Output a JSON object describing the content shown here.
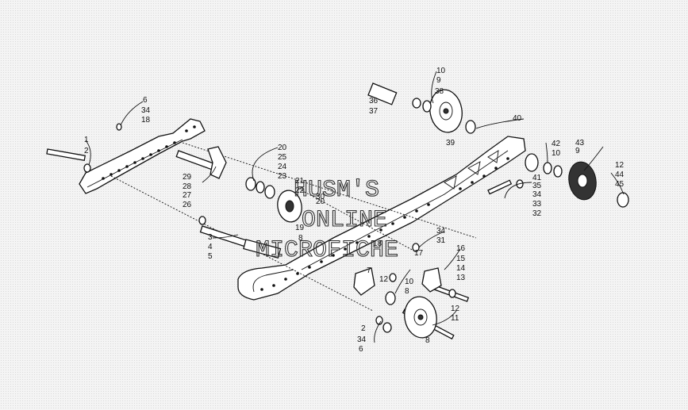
{
  "watermark": {
    "line1": "HUSM'S",
    "line2": "ONLINE",
    "line3": "MICROFICHE"
  },
  "callouts": [
    "1",
    "2",
    "6",
    "34",
    "18",
    "3",
    "4",
    "5",
    "29",
    "28",
    "27",
    "26",
    "20",
    "25",
    "24",
    "23",
    "21",
    "22",
    "30",
    "20",
    "19",
    "8",
    "10",
    "9",
    "38",
    "36",
    "37",
    "39",
    "40",
    "42",
    "10",
    "9",
    "43",
    "41",
    "35",
    "34",
    "33",
    "32",
    "12",
    "44",
    "45",
    "34",
    "31",
    "18",
    "17",
    "16",
    "15",
    "14",
    "13",
    "7",
    "12",
    "10",
    "8",
    "2",
    "34",
    "6",
    "12",
    "11",
    "8"
  ]
}
